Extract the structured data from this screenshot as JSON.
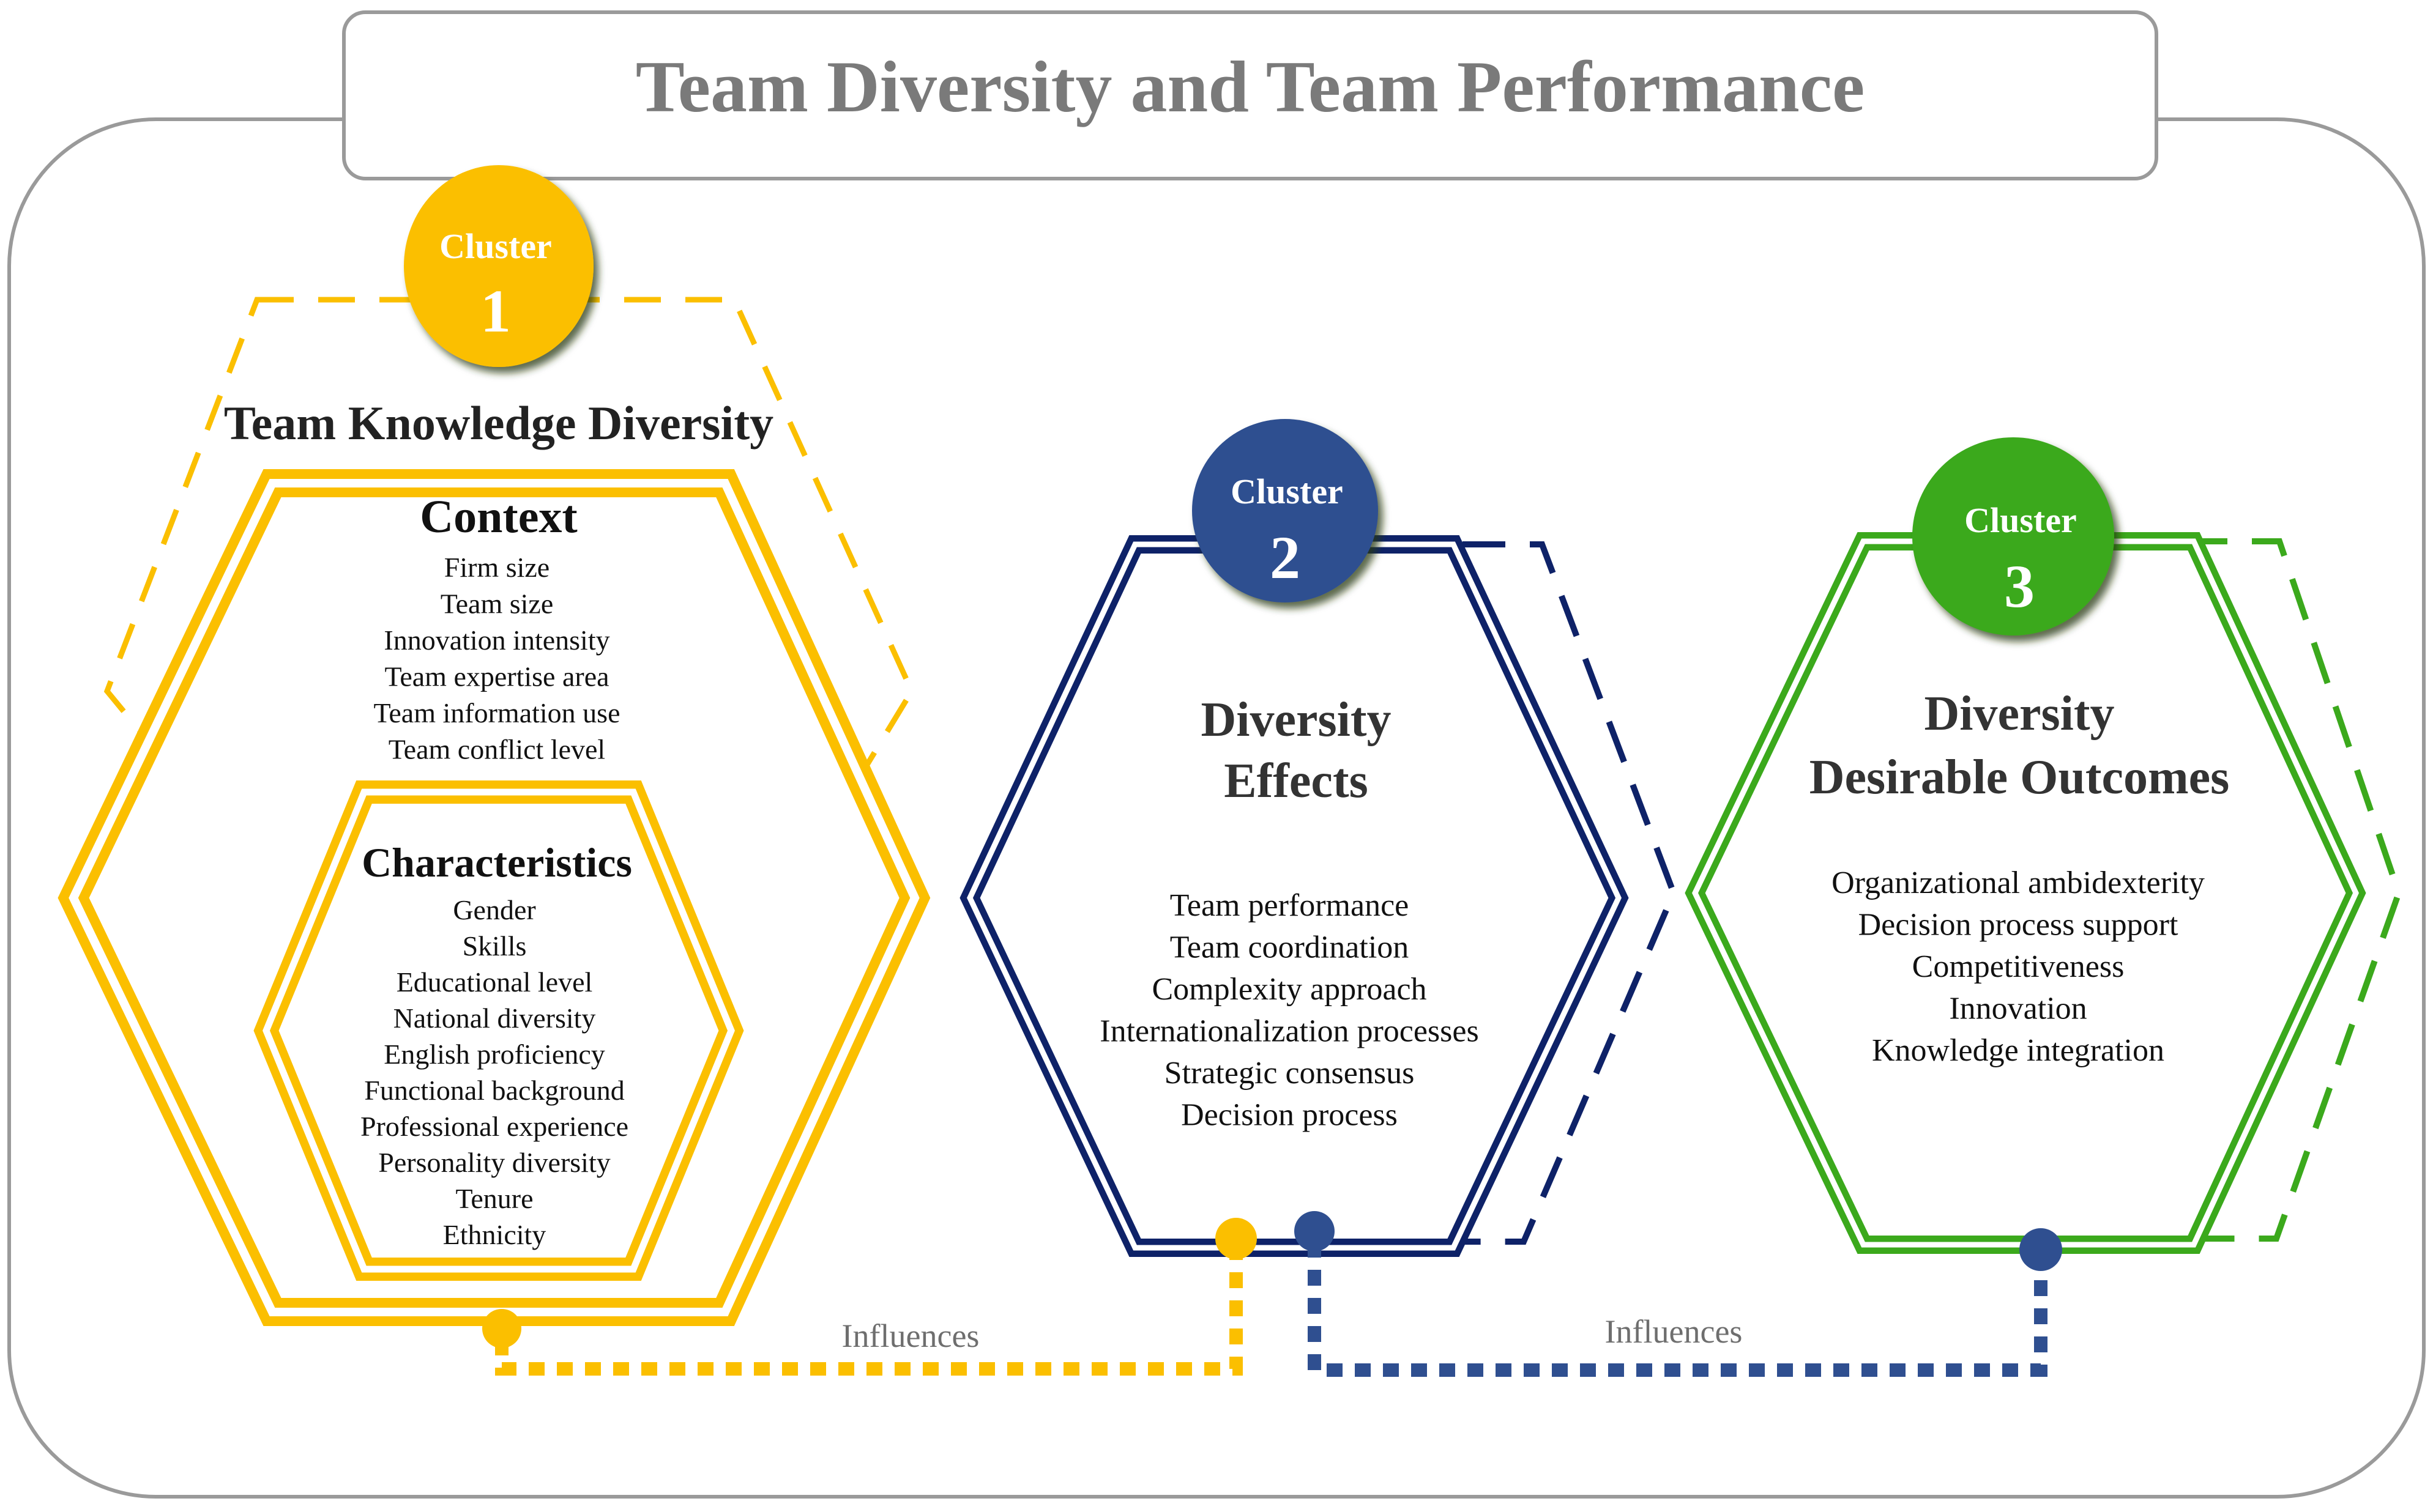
{
  "title": "Team Diversity and Team Performance",
  "colors": {
    "cluster1": "#FBBF00",
    "cluster2": "#0E2268",
    "cluster2_circle": "#2F4F90",
    "cluster3": "#3BA91C",
    "frame": "#9a9a9a",
    "title_text": "#7a7a7a"
  },
  "cluster1": {
    "badge_word": "Cluster",
    "badge_number": "1",
    "title": "Team Knowledge Diversity",
    "context": {
      "heading": "Context",
      "items": [
        "Firm size",
        "Team size",
        "Innovation intensity",
        "Team expertise area",
        "Team information use",
        "Team conflict level"
      ]
    },
    "characteristics": {
      "heading": "Characteristics",
      "items": [
        "Gender",
        "Skills",
        "Educational level",
        "National diversity",
        "English proficiency",
        "Functional background",
        "Professional experience",
        "Personality diversity",
        "Tenure",
        "Ethnicity"
      ]
    }
  },
  "cluster2": {
    "badge_word": "Cluster",
    "badge_number": "2",
    "title_line1": "Diversity",
    "title_line2": "Effects",
    "items": [
      "Team performance",
      "Team coordination",
      "Complexity approach",
      "Internationalization processes",
      "Strategic consensus",
      "Decision process"
    ]
  },
  "cluster3": {
    "badge_word": "Cluster",
    "badge_number": "3",
    "title_line1": "Diversity",
    "title_line2": "Desirable Outcomes",
    "items": [
      "Organizational ambidexterity",
      "Decision process support",
      "Competitiveness",
      "Innovation",
      "Knowledge integration"
    ]
  },
  "connectors": {
    "influence_1_to_2": "Influences",
    "influence_2_to_3": "Influences"
  }
}
